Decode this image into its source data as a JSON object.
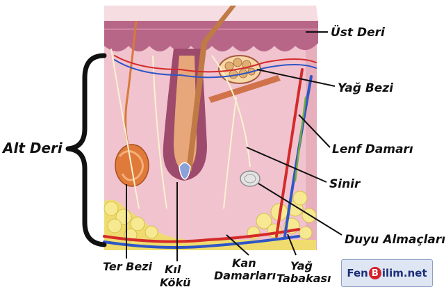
{
  "labels": {
    "ust_deri": "Üst Deri",
    "yag_bezi": "Yağ Bezi",
    "lenf_damari": "Lenf Damarı",
    "sinir": "Sinir",
    "duyu_almaclari": "Duyu Almaçları",
    "alt_deri": "Alt Deri",
    "ter_bezi": "Ter Bezi",
    "kil_koku_1": "Kıl",
    "kil_koku_2": "Kökü",
    "kan_damarlari_1": "Kan",
    "kan_damarlari_2": "Damarları",
    "yag_tabakasi_1": "Yağ",
    "yag_tabakasi_2": "Tabakası"
  },
  "watermark": {
    "part1": "Fen",
    "part2": "B",
    "part3": "ilim.net"
  },
  "colors": {
    "epidermis": "#b96a8c",
    "dermis": "#f2c9d3",
    "fat": "#f1e07a",
    "artery": "#d62c2c",
    "vein": "#2f57c8",
    "nerve": "#f7f2c8"
  }
}
